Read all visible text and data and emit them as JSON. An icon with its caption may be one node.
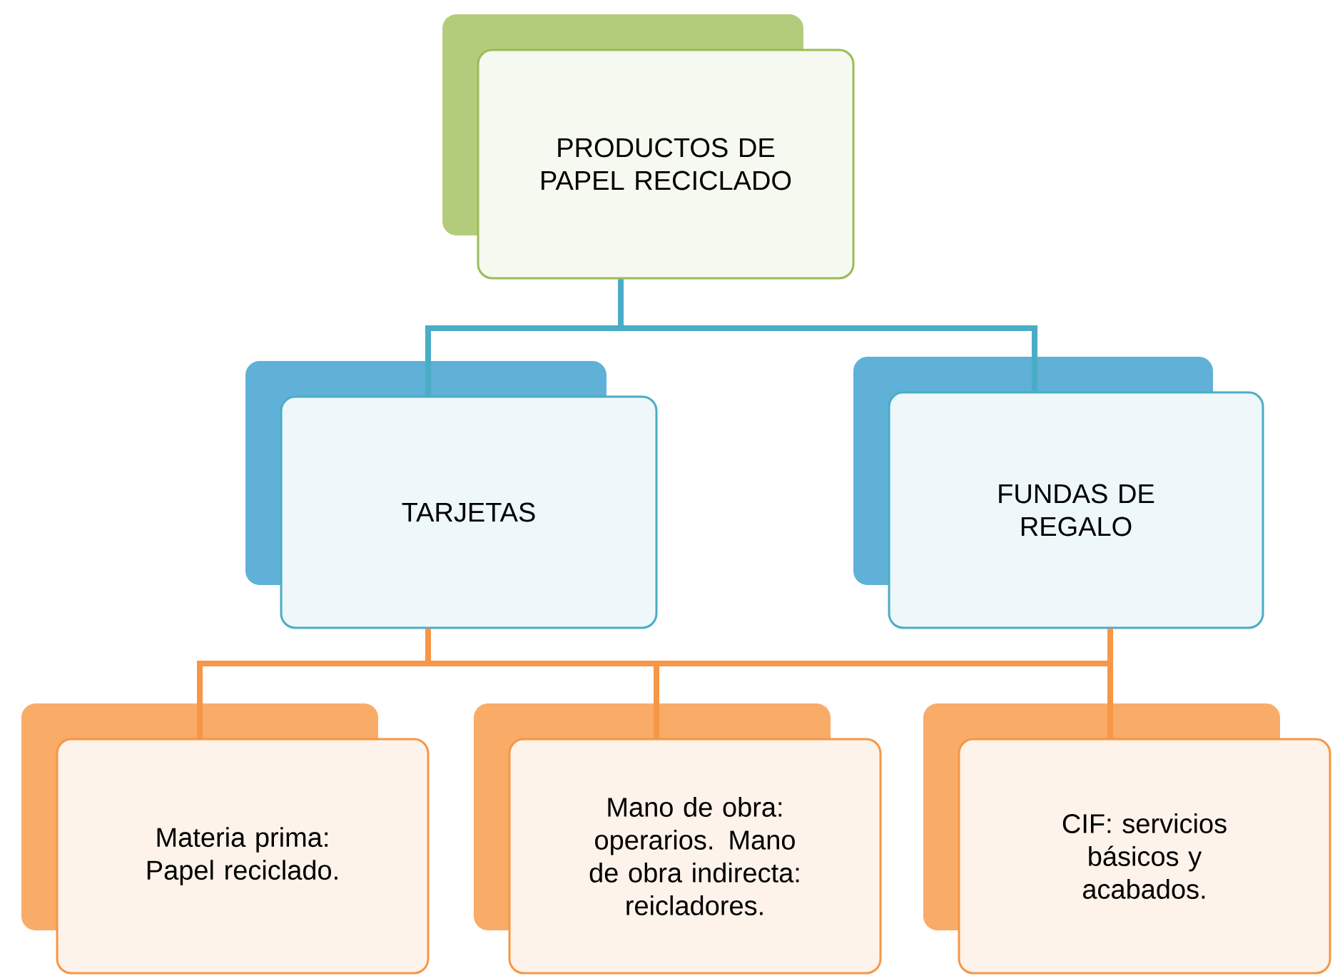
{
  "diagram": {
    "nodes": [
      {
        "text": [
          "PRODUCTOS DE PAPEL RECICLADO"
        ]
      },
      {
        "text": [
          "TARJETAS"
        ]
      },
      {
        "text": [
          "FUNDAS DE REGALO"
        ]
      },
      {
        "text": [
          "Materia prima: Papel reciclado."
        ]
      },
      {
        "text": [
          "Mano de obra: operarios. Mano de obra indirecta: reicladores."
        ]
      },
      {
        "text": [
          "CIF: servicios básicos y acabados."
        ]
      }
    ],
    "edges": [
      {
        "from": 0,
        "to": 1,
        "arrow": "none",
        "color": "#4bacc6"
      },
      {
        "from": 0,
        "to": 2,
        "arrow": "none",
        "color": "#4bacc6"
      },
      {
        "from": 1,
        "to": 3,
        "arrow": "none"
      },
      {
        "from": 1,
        "to": 4,
        "arrow": "none"
      },
      {
        "from": 1,
        "to": 5,
        "arrow": "none"
      },
      {
        "from": 2,
        "to": 3,
        "arrow": "none"
      },
      {
        "from": 2,
        "to": 4,
        "arrow": "none"
      },
      {
        "from": 2,
        "to": 5,
        "arrow": "none"
      }
    ]
  }
}
